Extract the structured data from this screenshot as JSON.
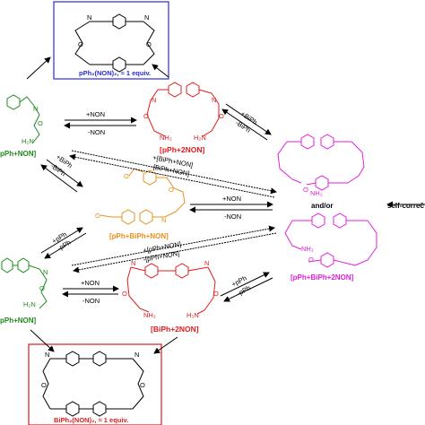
{
  "colors": {
    "black": "#000000",
    "blue": "#2b2bd6",
    "green": "#1f8a1f",
    "red": "#e01b1b",
    "orange": "#e8901c",
    "magenta": "#e020d8"
  },
  "labels": {
    "top_product": "pPh₂(NON)₂, ≈ 1 equiv.",
    "green_top": "pPh+NON]",
    "green_bottom": "pPh+NON]",
    "red_top": "[pPh+2NON]",
    "orange_mid": "[pPh+BiPh+NON]",
    "red_bottom": "[BiPh+2NON]",
    "magenta_right": "[pPh+BiPh+2NON]",
    "and_or": "and/or",
    "self_correct": "self-correč",
    "bottom_product": "BiPh₂(NON)₂, ≈ 1 equiv."
  },
  "reagents": {
    "plus_non_1": "+NON",
    "minus_non_1": "-NON",
    "plus_biph": "+BiPh",
    "minus_biph": "-BiPh",
    "plus_biph_non": "+[BiPh+NON]",
    "minus_biph_non": "-[BiPh+NON]",
    "plus_biph_2": "+BiPh",
    "minus_biph_2": "-BiPh",
    "plus_non_2": "+NON",
    "minus_non_2": "-NON",
    "plus_pph": "+pPh",
    "minus_pph": "-pPh",
    "plus_pph_non": "+[pPh+NON]",
    "minus_pph_non": "-[pPh+NON]",
    "plus_non_3": "+NON",
    "minus_non_3": "-NON",
    "plus_pph_2": "+pPh",
    "minus_pph_2": "-pPh"
  },
  "atoms": {
    "N": "N",
    "O": "O",
    "NH2": "NH₂",
    "H2N": "H₂N"
  }
}
